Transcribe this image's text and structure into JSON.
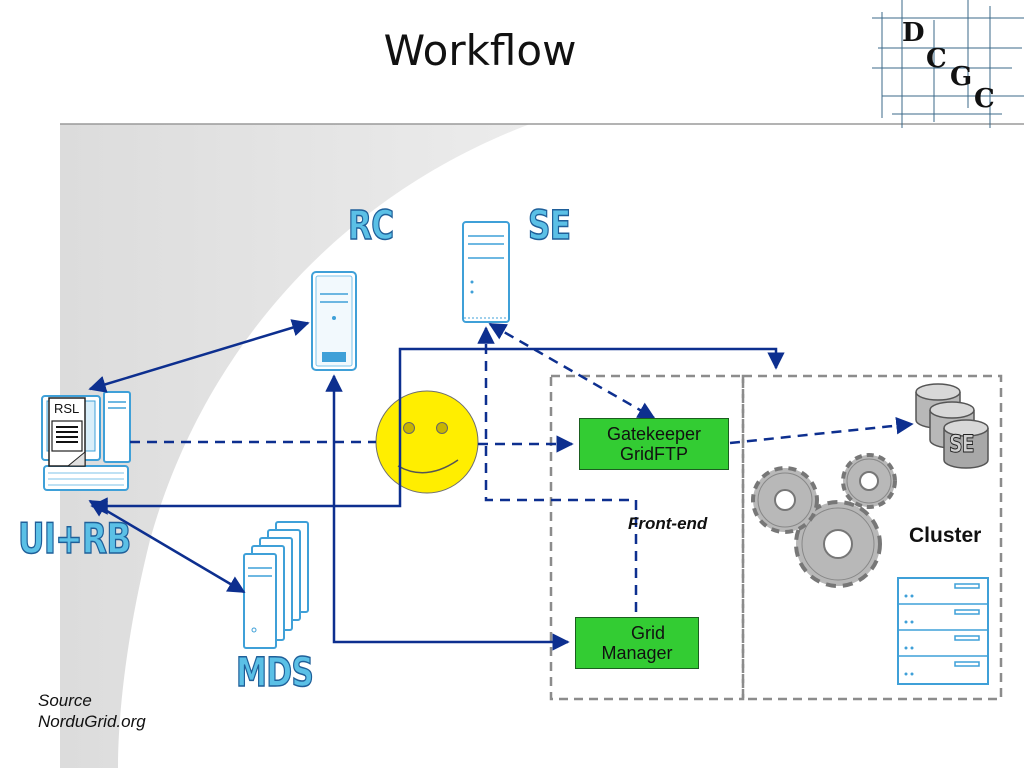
{
  "slide": {
    "title": "Workflow"
  },
  "logo": {
    "letters": [
      "D",
      "C",
      "G",
      "C"
    ]
  },
  "nodes": {
    "rc_label": "RC",
    "se_label": "SE",
    "ui_rb_label": "UI+RB",
    "mds_label": "MDS",
    "rsl_label": "RSL",
    "gatekeeper_line1": "Gatekeeper",
    "gatekeeper_line2": "GridFTP",
    "grid_manager_line1": "Grid",
    "grid_manager_line2": "Manager",
    "front_end_label": "Front-end",
    "cluster_label": "Cluster",
    "cluster_se_label": "SE"
  },
  "source": {
    "line1": "Source",
    "line2": "NorduGrid.org"
  },
  "colors": {
    "arrow": "#0d2f8f",
    "green_box": "#33cc33",
    "smiley": "#ffee00",
    "label_fill": "#5bc0e6",
    "label_outline": "#1f5f99",
    "gear": "#b8b8b8",
    "server": "#3fa0d8"
  },
  "icons": [
    "server-icon",
    "desktop-computer-icon",
    "smiley-icon",
    "gear-icon",
    "database-icon",
    "rack-server-icon",
    "document-icon"
  ]
}
